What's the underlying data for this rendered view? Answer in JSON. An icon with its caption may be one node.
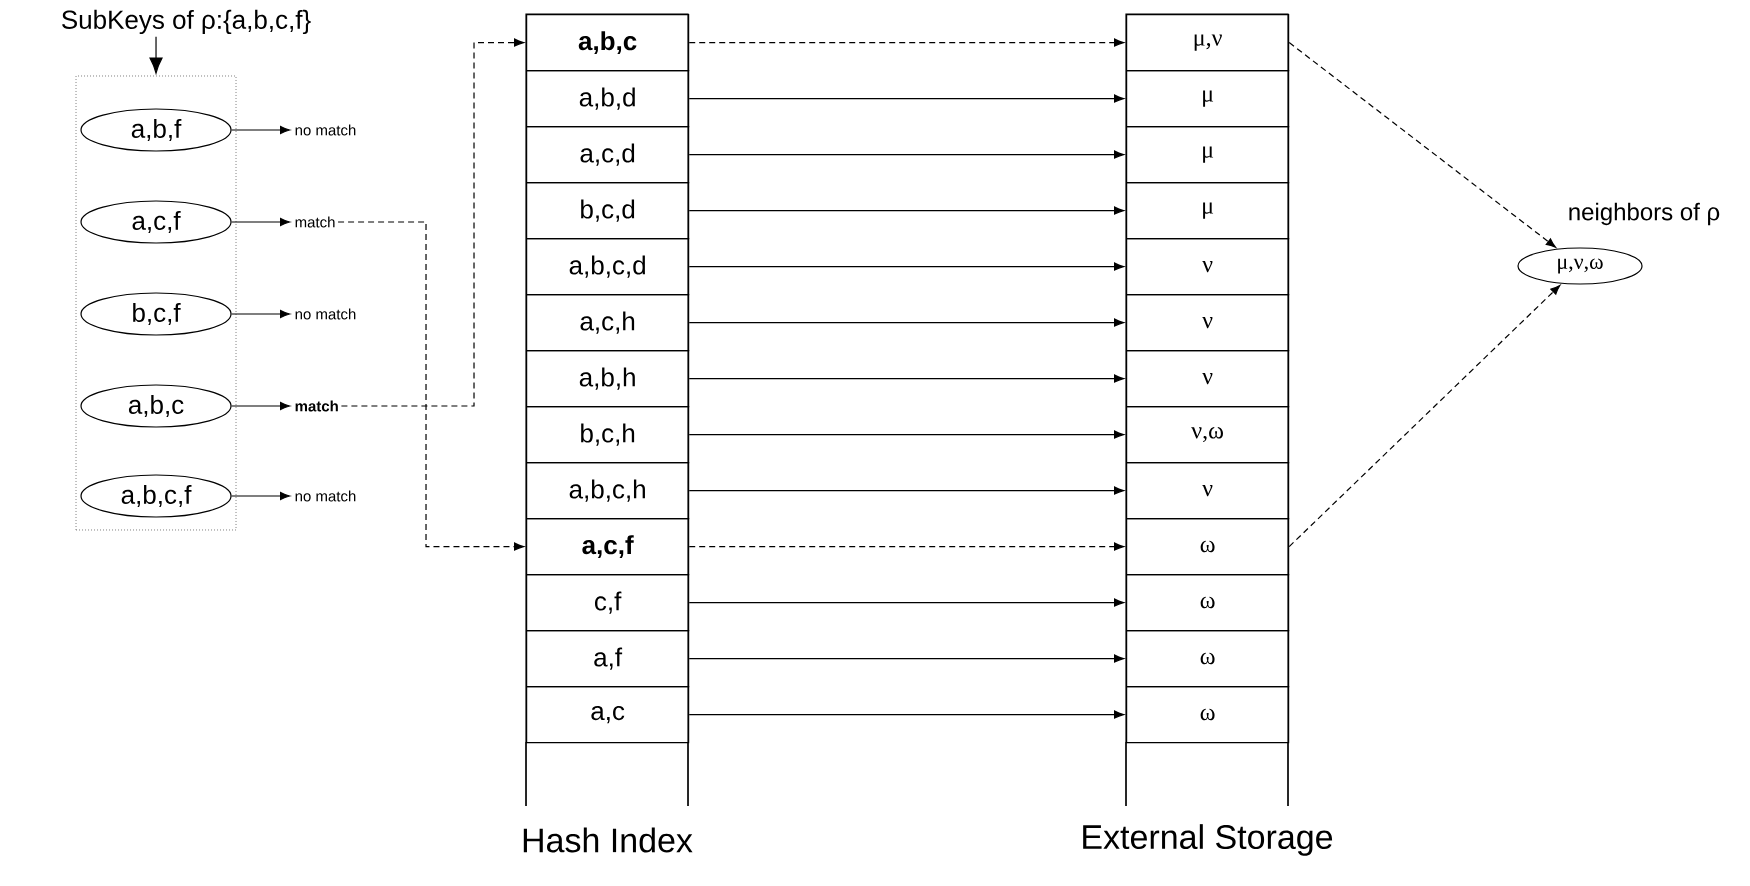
{
  "diagram": {
    "nodes": [
      {
        "text": [
          "SubKeys of ρ:{a,b,c,f}"
        ]
      },
      {
        "text": [],
        "shape": "box"
      },
      {
        "text": [
          "a,b,f"
        ],
        "in": 1
      },
      {
        "text": [
          "a,c,f"
        ],
        "in": 1
      },
      {
        "text": [
          "b,c,f"
        ],
        "in": 1
      },
      {
        "text": [
          "a,b,c"
        ],
        "in": 1
      },
      {
        "text": [
          "a,b,c,f"
        ],
        "in": 1
      },
      {
        "text": [
          "no match"
        ]
      },
      {
        "text": [
          "match"
        ]
      },
      {
        "text": [
          "no match"
        ]
      },
      {
        "text": [
          "match"
        ]
      },
      {
        "text": [
          "no match"
        ]
      },
      {
        "text": [
          "Hash Index"
        ]
      },
      {
        "text": [
          "a,b,c"
        ],
        "in": 12
      },
      {
        "text": [
          "a,b,d"
        ],
        "in": 12
      },
      {
        "text": [
          "a,c,d"
        ],
        "in": 12
      },
      {
        "text": [
          "b,c,d"
        ],
        "in": 12
      },
      {
        "text": [
          "a,b,c,d"
        ],
        "in": 12
      },
      {
        "text": [
          "a,c,h"
        ],
        "in": 12
      },
      {
        "text": [
          "a,b,h"
        ],
        "in": 12
      },
      {
        "text": [
          "b,c,h"
        ],
        "in": 12
      },
      {
        "text": [
          "a,b,c,h"
        ],
        "in": 12
      },
      {
        "text": [
          "a,c,f"
        ],
        "in": 12
      },
      {
        "text": [
          "c,f"
        ],
        "in": 12
      },
      {
        "text": [
          "a,f"
        ],
        "in": 12
      },
      {
        "text": [
          "a,c"
        ],
        "in": 12
      },
      {
        "text": [],
        "shape": "box",
        "in": 12
      },
      {
        "text": [
          "External Storage"
        ]
      },
      {
        "text": [
          "μ,ν"
        ],
        "in": 27
      },
      {
        "text": [
          "μ"
        ],
        "in": 27
      },
      {
        "text": [
          "μ"
        ],
        "in": 27
      },
      {
        "text": [
          "μ"
        ],
        "in": 27
      },
      {
        "text": [
          "ν"
        ],
        "in": 27
      },
      {
        "text": [
          "ν"
        ],
        "in": 27
      },
      {
        "text": [
          "ν"
        ],
        "in": 27
      },
      {
        "text": [
          "ν,ω"
        ],
        "in": 27
      },
      {
        "text": [
          "ν"
        ],
        "in": 27
      },
      {
        "text": [
          "ω"
        ],
        "in": 27
      },
      {
        "text": [
          "ω"
        ],
        "in": 27
      },
      {
        "text": [
          "ω"
        ],
        "in": 27
      },
      {
        "text": [
          "ω"
        ],
        "in": 27
      },
      {
        "text": [],
        "shape": "box",
        "in": 27
      },
      {
        "text": [
          "μ,ν,ω"
        ],
        "beside": [
          "neighbors of ρ"
        ]
      }
    ],
    "edges": [
      {
        "from": 0,
        "to": 1,
        "arrow": "to"
      },
      {
        "from": 2,
        "to": 7,
        "arrow": "to"
      },
      {
        "from": 3,
        "to": 8,
        "arrow": "to"
      },
      {
        "from": 4,
        "to": 9,
        "arrow": "to"
      },
      {
        "from": 5,
        "to": 10,
        "arrow": "to"
      },
      {
        "from": 6,
        "to": 11,
        "arrow": "to"
      },
      {
        "from": 10,
        "to": 13,
        "arrow": "to",
        "style": "dashed"
      },
      {
        "from": 8,
        "to": 22,
        "arrow": "to",
        "style": "dashed"
      },
      {
        "from": 13,
        "to": 28,
        "arrow": "to",
        "style": "dashed"
      },
      {
        "from": 14,
        "to": 29,
        "arrow": "to"
      },
      {
        "from": 15,
        "to": 30,
        "arrow": "to"
      },
      {
        "from": 16,
        "to": 31,
        "arrow": "to"
      },
      {
        "from": 17,
        "to": 32,
        "arrow": "to"
      },
      {
        "from": 18,
        "to": 33,
        "arrow": "to"
      },
      {
        "from": 19,
        "to": 34,
        "arrow": "to"
      },
      {
        "from": 20,
        "to": 35,
        "arrow": "to"
      },
      {
        "from": 21,
        "to": 36,
        "arrow": "to"
      },
      {
        "from": 22,
        "to": 37,
        "arrow": "to",
        "style": "dashed"
      },
      {
        "from": 23,
        "to": 38,
        "arrow": "to"
      },
      {
        "from": 24,
        "to": 39,
        "arrow": "to"
      },
      {
        "from": 25,
        "to": 40,
        "arrow": "to"
      },
      {
        "from": 28,
        "to": 42,
        "arrow": "to",
        "style": "dashed"
      },
      {
        "from": 37,
        "to": 42,
        "arrow": "to",
        "style": "dashed"
      }
    ]
  }
}
